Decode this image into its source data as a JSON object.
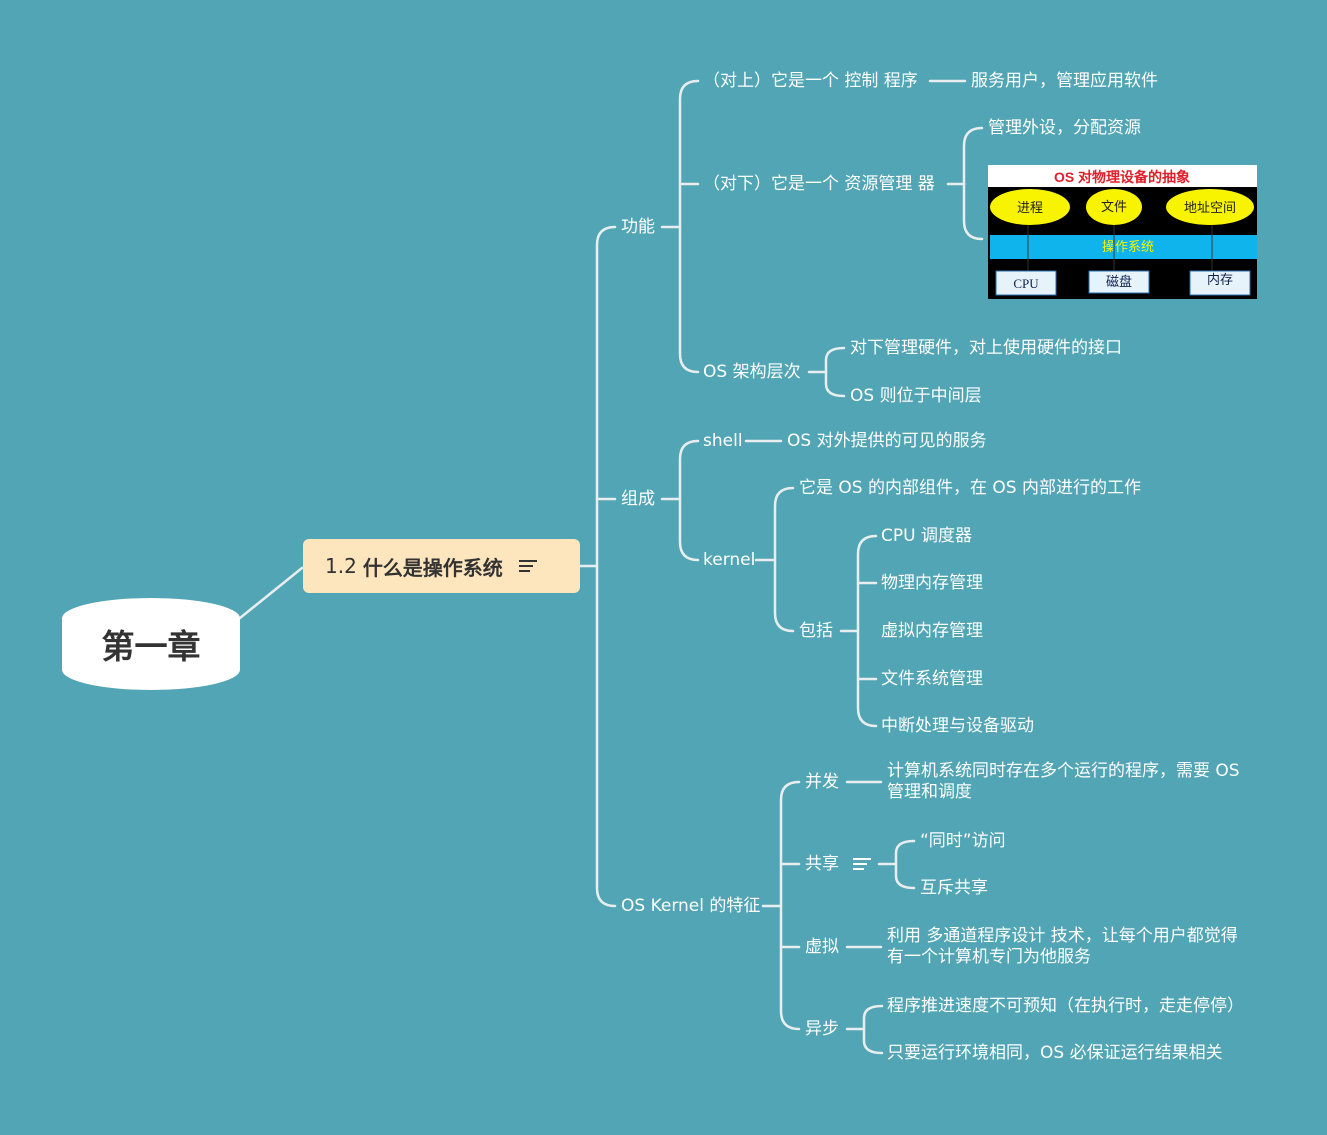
{
  "root": {
    "label": "第一章"
  },
  "central": {
    "number": "1.2",
    "title": "什么是操作系统"
  },
  "branches": {
    "function": {
      "label": "功能",
      "upper": {
        "label": "（对上）它是一个 控制 程序",
        "child": "服务用户，管理应用软件"
      },
      "lower": {
        "label": "（对下）它是一个 资源管理 器",
        "child": "管理外设，分配资源"
      },
      "arch": {
        "label": "OS 架构层次",
        "children": [
          "对下管理硬件，对上使用硬件的接口",
          "OS 则位于中间层"
        ]
      }
    },
    "composition": {
      "label": "组成",
      "shell": {
        "label": "shell",
        "child": "OS 对外提供的可见的服务"
      },
      "kernel": {
        "label": "kernel",
        "desc": "它是 OS 的内部组件，在 OS 内部进行的工作",
        "includes_label": "包括",
        "includes": [
          "CPU 调度器",
          "物理内存管理",
          "虚拟内存管理",
          "文件系统管理",
          "中断处理与设备驱动"
        ]
      }
    },
    "features": {
      "label": "OS Kernel 的特征",
      "concurrency": {
        "label": "并发",
        "child": "计算机系统同时存在多个运行的程序，需要 OS 管理和调度"
      },
      "sharing": {
        "label": "共享",
        "children": [
          "“同时”访问",
          "互斥共享"
        ]
      },
      "virtual": {
        "label": "虚拟",
        "child": "利用 多通道程序设计 技术，让每个用户都觉得有一个计算机专门为他服务"
      },
      "async": {
        "label": "异步",
        "children": [
          "程序推进速度不可预知（在执行时，走走停停）",
          "只要运行环境相同，OS 必保证运行结果相关"
        ]
      }
    }
  },
  "os_image": {
    "title": "OS 对物理设备的抽象",
    "top": [
      "进程",
      "文件",
      "地址空间"
    ],
    "middle": "操作系统",
    "bottom": [
      "CPU",
      "磁盘",
      "内存"
    ]
  },
  "colors": {
    "background": "#52a5b4",
    "line": "#e8eef0",
    "central_fill": "#fde5bd",
    "root_fill": "#ffffff"
  }
}
